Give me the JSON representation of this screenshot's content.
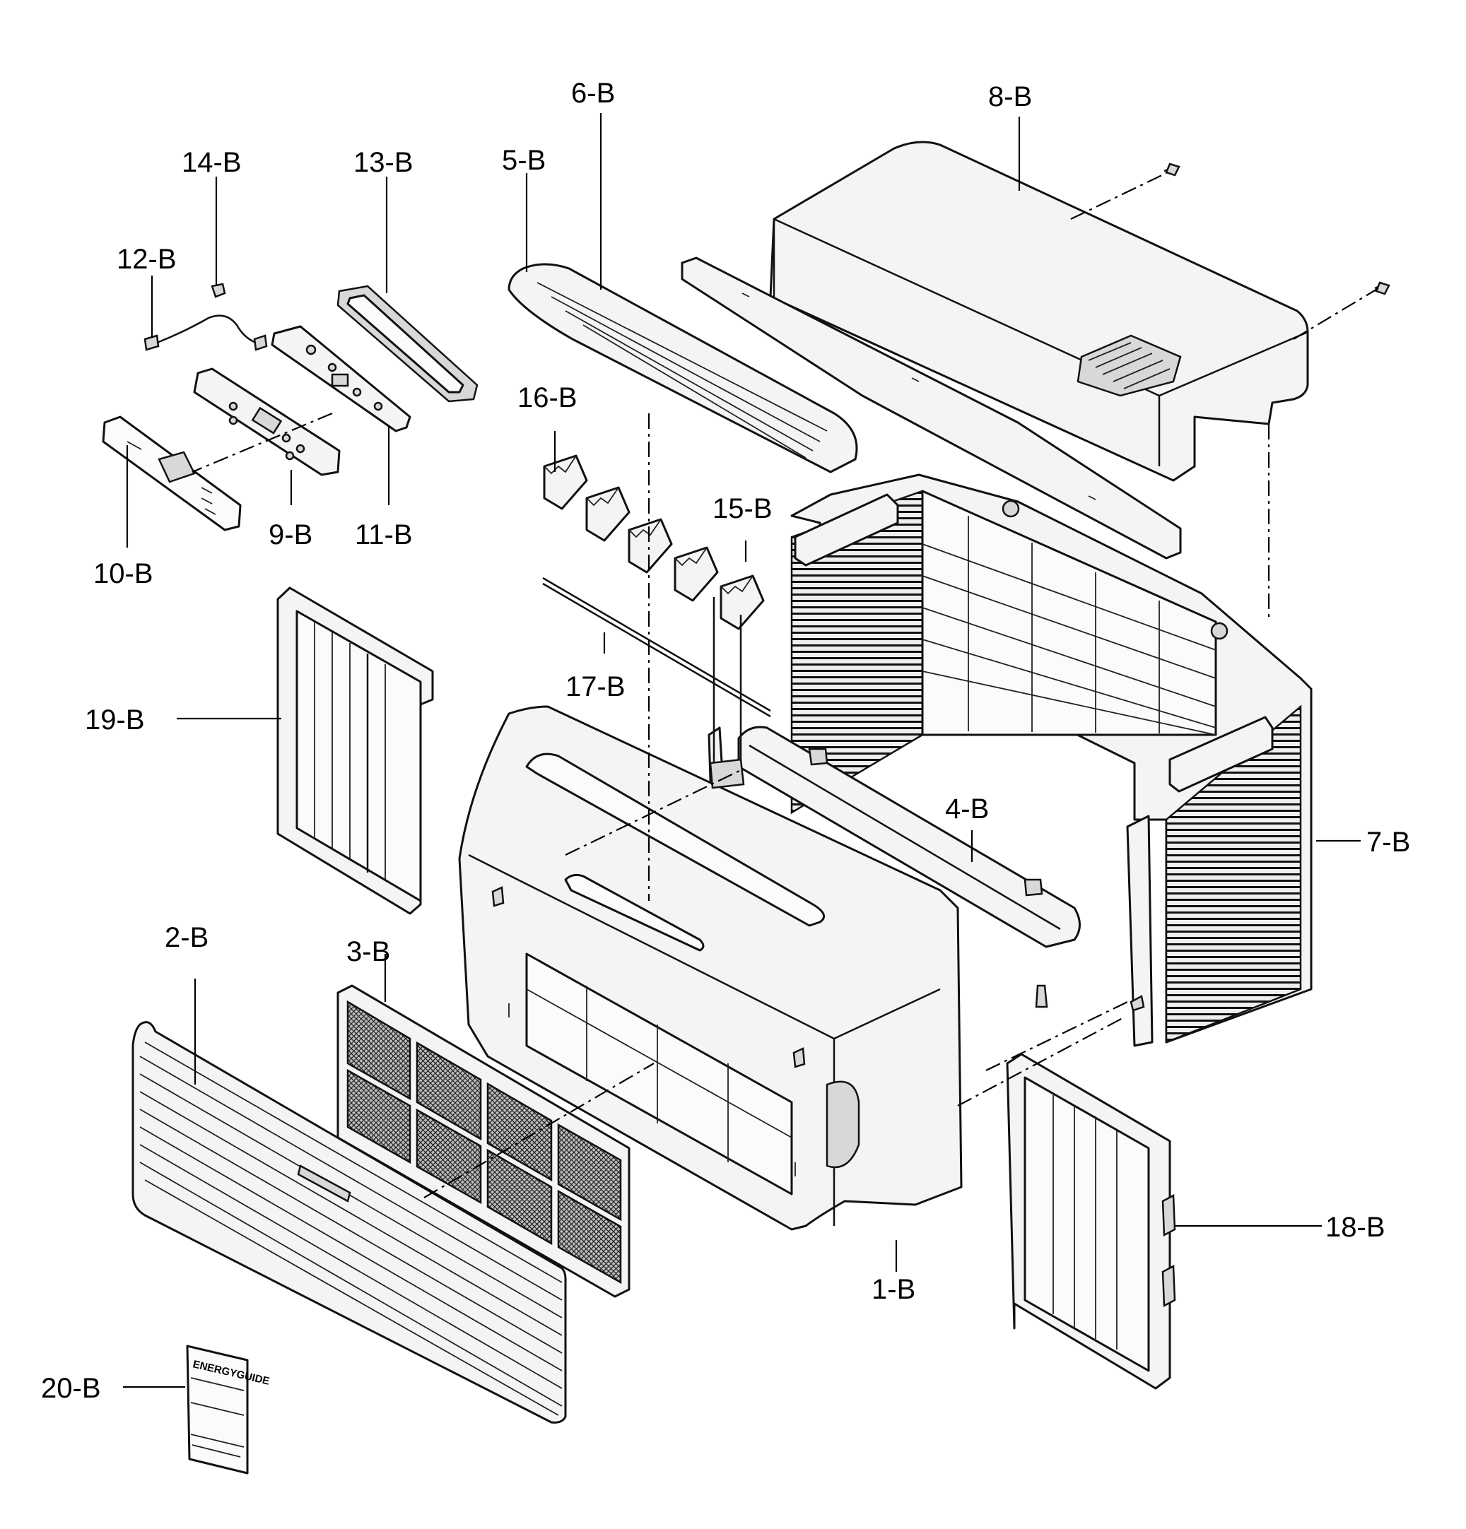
{
  "labels": {
    "l1": "1-B",
    "l2": "2-B",
    "l3": "3-B",
    "l4": "4-B",
    "l5": "5-B",
    "l6": "6-B",
    "l7": "7-B",
    "l8": "8-B",
    "l9": "9-B",
    "l10": "10-B",
    "l11": "11-B",
    "l12": "12-B",
    "l13": "13-B",
    "l14": "14-B",
    "l15": "15-B",
    "l16": "16-B",
    "l17": "17-B",
    "l18": "18-B",
    "l19": "19-B",
    "l20": "20-B"
  },
  "sticker": {
    "heading": "ENERGYGUIDE"
  }
}
